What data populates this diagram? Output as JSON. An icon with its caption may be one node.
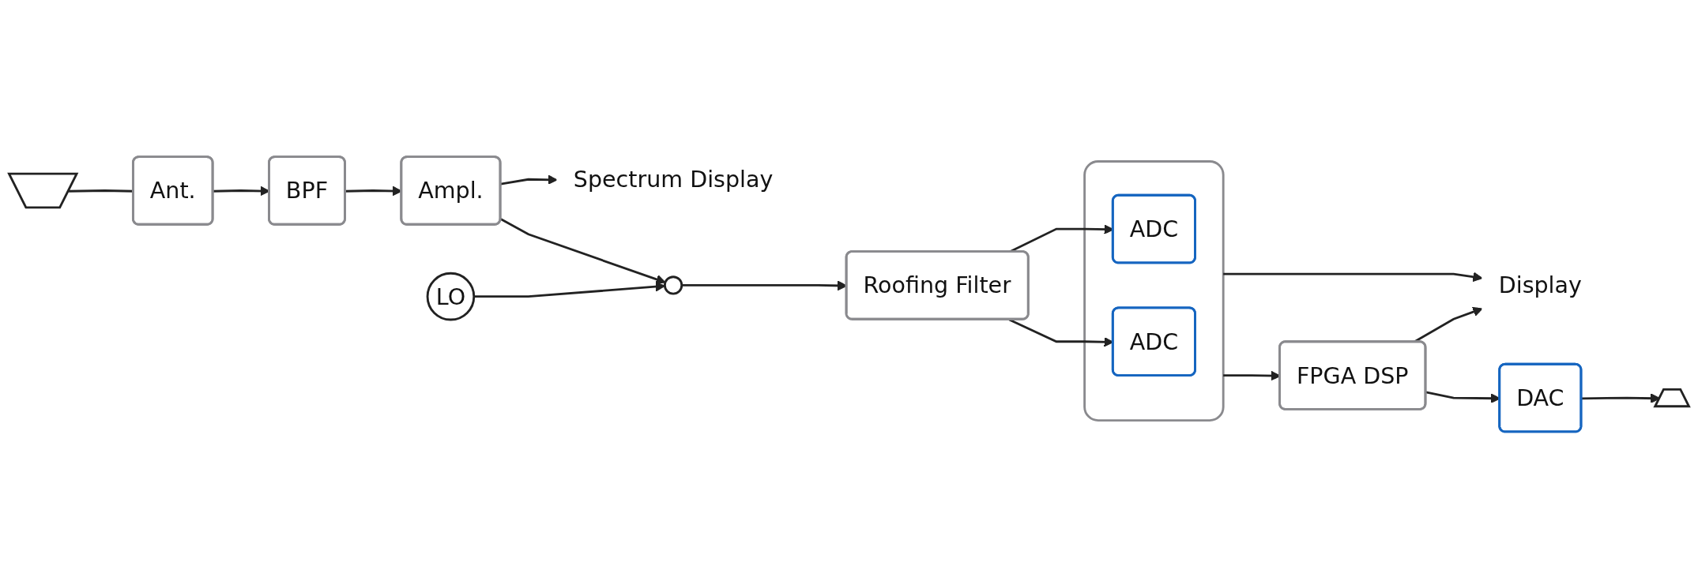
{
  "diagram": {
    "nodes": [
      {
        "text": [],
        "shape": "antenna"
      },
      {
        "text": [
          "Ant."
        ]
      },
      {
        "text": [
          "BPF"
        ]
      },
      {
        "text": [
          "Ampl."
        ]
      },
      {
        "text": [],
        "shape": "circle"
      },
      {
        "text": [
          "LO"
        ]
      },
      {
        "text": [
          "Roofing Filter"
        ]
      },
      {
        "text": [],
        "shape": "box"
      },
      {
        "text": [
          "ADC"
        ],
        "in": 7
      },
      {
        "text": [
          "ADC"
        ],
        "in": 7
      },
      {
        "text": [
          "FPGA DSP"
        ]
      },
      {
        "text": [
          "DAC"
        ]
      },
      {
        "text": [],
        "shape": "speaker"
      },
      {
        "text": [
          "Spectrum Display"
        ]
      },
      {
        "text": [
          "Display"
        ]
      }
    ],
    "edges": [
      {
        "from": 0,
        "to": 1,
        "arrow": "none"
      },
      {
        "from": 1,
        "to": 2,
        "arrow": "to"
      },
      {
        "from": 2,
        "to": 3,
        "arrow": "to"
      },
      {
        "from": 3,
        "to": 4,
        "arrow": "to"
      },
      {
        "from": 3,
        "to": 13,
        "arrow": "to"
      },
      {
        "from": 5,
        "to": 4,
        "arrow": "to"
      },
      {
        "from": 4,
        "to": 6,
        "arrow": "to"
      },
      {
        "from": 6,
        "to": 8,
        "arrow": "to"
      },
      {
        "from": 6,
        "to": 9,
        "arrow": "to"
      },
      {
        "from": 7,
        "to": 10,
        "arrow": "to"
      },
      {
        "from": 10,
        "to": 11,
        "arrow": "to"
      },
      {
        "from": 11,
        "to": 12,
        "arrow": "to"
      },
      {
        "from": 7,
        "to": 14,
        "arrow": "to"
      },
      {
        "from": 10,
        "to": 14,
        "arrow": "to"
      }
    ]
  }
}
